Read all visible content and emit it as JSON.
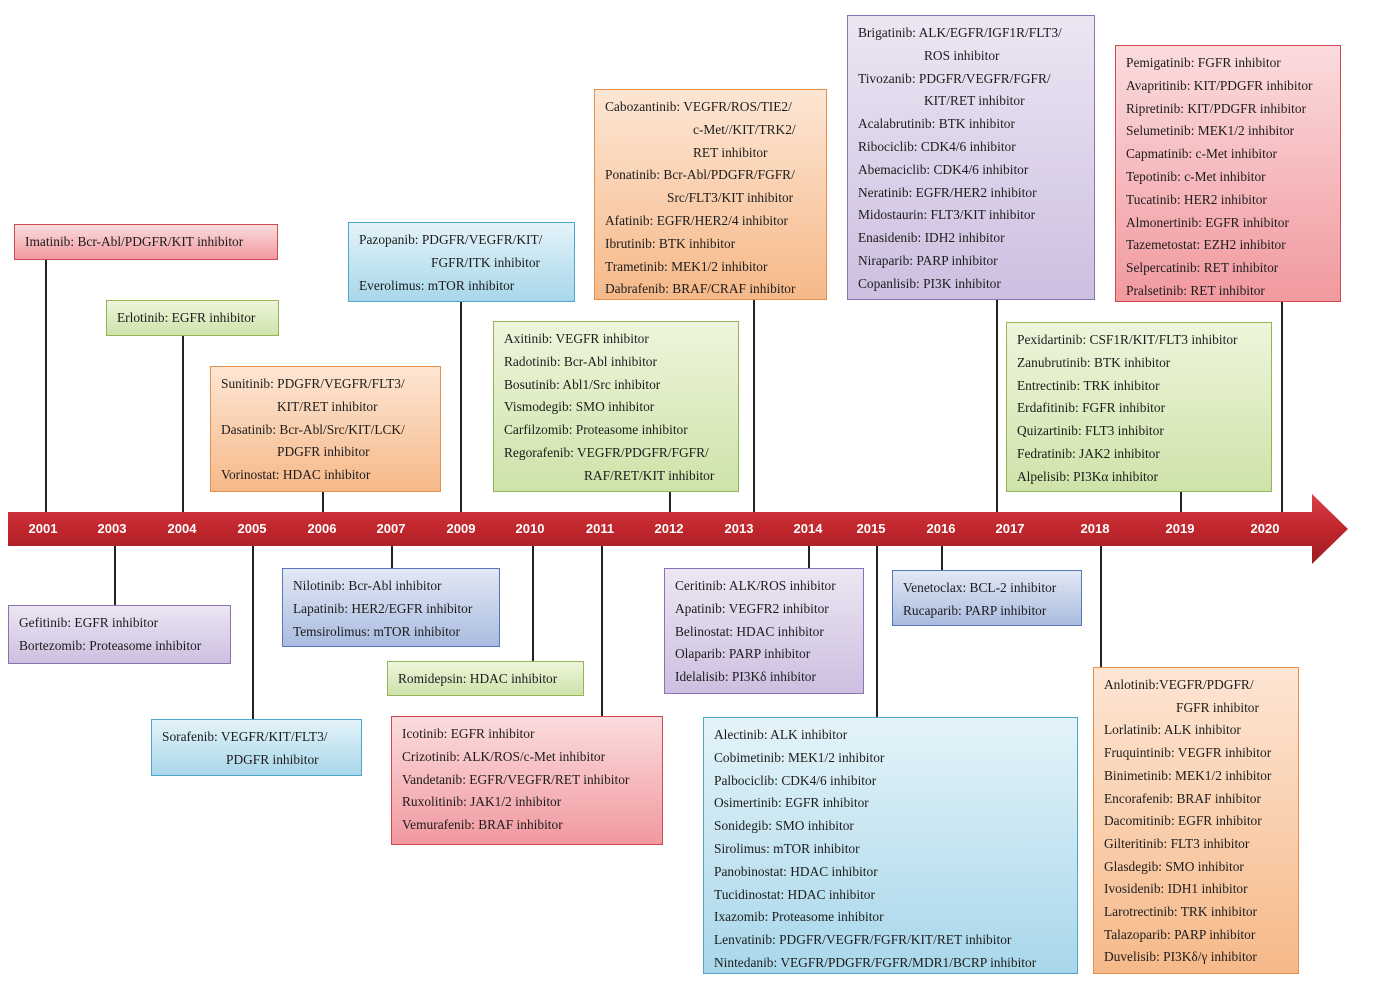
{
  "colors": {
    "timeline": "#c0262c",
    "red": "#f1999f",
    "green": "#cee3a9",
    "orange": "#f6b989",
    "blue": "#a8d7ea",
    "purple": "#cdbfe0",
    "indigo": "#a9bce0"
  },
  "years": [
    "2001",
    "2003",
    "2004",
    "2005",
    "2006",
    "2007",
    "2009",
    "2010",
    "2011",
    "2012",
    "2013",
    "2014",
    "2015",
    "2016",
    "2017",
    "2018",
    "2019",
    "2020"
  ],
  "y2001": [
    "Imatinib: Bcr-Abl/PDGFR/KIT inhibitor"
  ],
  "y2003": [
    "Gefitinib: EGFR inhibitor",
    "Bortezomib: Proteasome inhibitor"
  ],
  "y2004": [
    "Erlotinib: EGFR inhibitor"
  ],
  "y2005": [
    "Sorafenib:   VEGFR/KIT/FLT3/",
    "PDGFR inhibitor"
  ],
  "y2006": [
    "Sunitinib:   PDGFR/VEGFR/FLT3/",
    "KIT/RET inhibitor",
    "Dasatinib:   Bcr-Abl/Src/KIT/LCK/",
    "PDGFR inhibitor",
    "Vorinostat: HDAC inhibitor"
  ],
  "y2007": [
    "Nilotinib: Bcr-Abl inhibitor",
    "Lapatinib: HER2/EGFR inhibitor",
    "Temsirolimus: mTOR inhibitor"
  ],
  "y2009": [
    "Pazopanib:   PDGFR/VEGFR/KIT/",
    "FGFR/ITK inhibitor",
    "Everolimus: mTOR inhibitor"
  ],
  "y2010": [
    "Romidepsin: HDAC inhibitor"
  ],
  "y2011": [
    "Icotinib: EGFR inhibitor",
    "Crizotinib: ALK/ROS/c-Met inhibitor",
    "Vandetanib: EGFR/VEGFR/RET inhibitor",
    "Ruxolitinib: JAK1/2 inhibitor",
    "Vemurafenib: BRAF inhibitor"
  ],
  "y2012": [
    "Axitinib: VEGFR inhibitor",
    "Radotinib: Bcr-Abl inhibitor",
    "Bosutinib: Abl1/Src inhibitor",
    "Vismodegib: SMO inhibitor",
    "Carfilzomib: Proteasome inhibitor",
    "Regorafenib: VEGFR/PDGFR/FGFR/",
    "RAF/RET/KIT inhibitor"
  ],
  "y2013": [
    "Cabozantinib:  VEGFR/ROS/TIE2/",
    "c-Met//KIT/TRK2/",
    "RET inhibitor",
    "Ponatinib:  Bcr-Abl/PDGFR/FGFR/",
    "Src/FLT3/KIT inhibitor",
    "Afatinib: EGFR/HER2/4 inhibitor",
    "Ibrutinib: BTK inhibitor",
    "Trametinib: MEK1/2 inhibitor",
    "Dabrafenib: BRAF/CRAF inhibitor"
  ],
  "y2014": [
    "Ceritinib: ALK/ROS inhibitor",
    "Apatinib: VEGFR2 inhibitor",
    "Belinostat: HDAC inhibitor",
    "Olaparib: PARP inhibitor",
    "Idelalisib: PI3Kδ inhibitor"
  ],
  "y2015": [
    "Alectinib: ALK inhibitor",
    "Cobimetinib: MEK1/2 inhibitor",
    "Palbociclib: CDK4/6 inhibitor",
    "Osimertinib: EGFR inhibitor",
    "Sonidegib: SMO inhibitor",
    "Sirolimus: mTOR inhibitor",
    "Panobinostat: HDAC inhibitor",
    "Tucidinostat: HDAC inhibitor",
    "Ixazomib: Proteasome inhibitor",
    "Lenvatinib: PDGFR/VEGFR/FGFR/KIT/RET inhibitor",
    "Nintedanib: VEGFR/PDGFR/FGFR/MDR1/BCRP inhibitor"
  ],
  "y2016": [
    "Venetoclax: BCL-2 inhibitor",
    "Rucaparib: PARP inhibitor"
  ],
  "y2017": [
    "Brigatinib: ALK/EGFR/IGF1R/FLT3/",
    "ROS inhibitor",
    "Tivozanib: PDGFR/VEGFR/FGFR/",
    "KIT/RET inhibitor",
    "Acalabrutinib: BTK inhibitor",
    "Ribociclib: CDK4/6 inhibitor",
    "Abemaciclib: CDK4/6 inhibitor",
    "Neratinib: EGFR/HER2 inhibitor",
    "Midostaurin: FLT3/KIT inhibitor",
    "Enasidenib: IDH2 inhibitor",
    "Niraparib: PARP inhibitor",
    "Copanlisib: PI3K inhibitor"
  ],
  "y2018": [
    "Anlotinib:VEGFR/PDGFR/",
    "FGFR inhibitor",
    "Lorlatinib: ALK inhibitor",
    "Fruquintinib: VEGFR inhibitor",
    "Binimetinib: MEK1/2 inhibitor",
    "Encorafenib: BRAF inhibitor",
    "Dacomitinib: EGFR inhibitor",
    "Gilteritinib: FLT3 inhibitor",
    "Glasdegib: SMO inhibitor",
    "Ivosidenib: IDH1 inhibitor",
    "Larotrectinib: TRK inhibitor",
    "Talazoparib: PARP inhibitor",
    "Duvelisib: PI3Kδ/γ inhibitor"
  ],
  "y2019": [
    "Pexidartinib: CSF1R/KIT/FLT3 inhibitor",
    "Zanubrutinib: BTK inhibitor",
    "Entrectinib: TRK inhibitor",
    "Erdafitinib: FGFR inhibitor",
    "Quizartinib: FLT3 inhibitor",
    "Fedratinib: JAK2 inhibitor",
    "Alpelisib: PI3Kα inhibitor"
  ],
  "y2020": [
    "Pemigatinib: FGFR inhibitor",
    "Avapritinib: KIT/PDGFR inhibitor",
    "Ripretinib: KIT/PDGFR inhibitor",
    "Selumetinib: MEK1/2 inhibitor",
    "Capmatinib: c-Met inhibitor",
    "Tepotinib: c-Met inhibitor",
    "Tucatinib: HER2 inhibitor",
    "Almonertinib: EGFR inhibitor",
    "Tazemetostat: EZH2 inhibitor",
    "Selpercatinib: RET inhibitor",
    "Pralsetinib: RET inhibitor"
  ]
}
